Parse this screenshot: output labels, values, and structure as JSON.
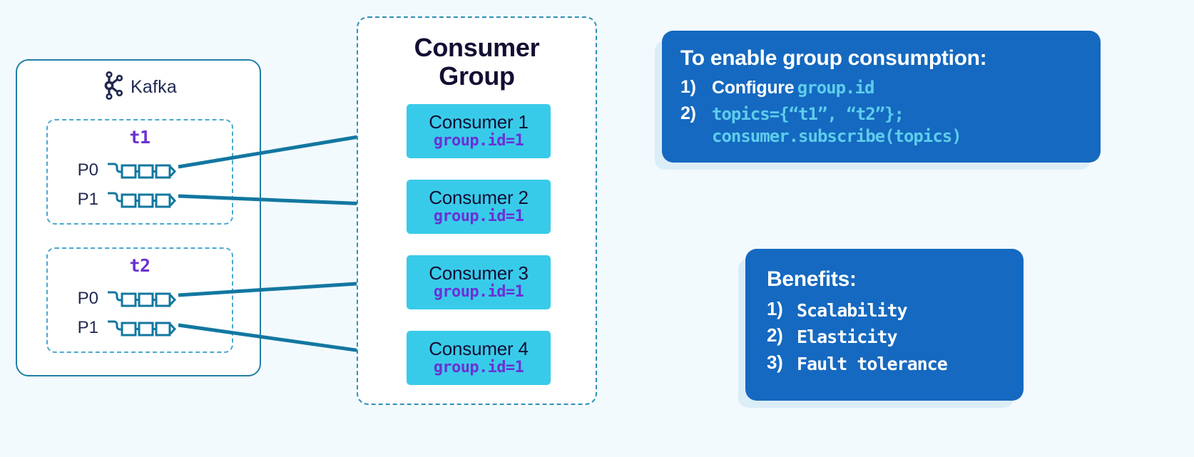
{
  "background_color": "#f2fafe",
  "colors": {
    "teal_border": "#1f7fa6",
    "dashed_blue": "#49a8cf",
    "topic_purple": "#6b31d6",
    "consumer_cyan": "#38cbe9",
    "navy_text": "#130e33",
    "card_blue": "#1569c0",
    "code_cyan": "#5ecdec",
    "arrow_teal": "#1277a0"
  },
  "kafka": {
    "logo_icon": "kafka-logo-icon",
    "label": "Kafka",
    "topics": [
      {
        "name": "t1",
        "partitions": [
          {
            "label": "P0",
            "segments": 3
          },
          {
            "label": "P1",
            "segments": 3
          }
        ]
      },
      {
        "name": "t2",
        "partitions": [
          {
            "label": "P0",
            "segments": 3
          },
          {
            "label": "P1",
            "segments": 3
          }
        ]
      }
    ]
  },
  "consumer_group": {
    "title_line1": "Consumer",
    "title_line2": "Group",
    "consumers": [
      {
        "name": "Consumer 1",
        "group_id": "group.id=1"
      },
      {
        "name": "Consumer 2",
        "group_id": "group.id=1"
      },
      {
        "name": "Consumer 3",
        "group_id": "group.id=1"
      },
      {
        "name": "Consumer 4",
        "group_id": "group.id=1"
      }
    ]
  },
  "enable_card": {
    "title": "To enable group consumption:",
    "item1_num": "1)",
    "item1_text": "Configure",
    "item1_code": "group.id",
    "item2_num": "2)",
    "item2_code_line1": "topics={“t1”, “t2”};",
    "item2_code_line2": "consumer.subscribe(topics)"
  },
  "benefits_card": {
    "title": "Benefits:",
    "items": [
      {
        "num": "1)",
        "text": "Scalability"
      },
      {
        "num": "2)",
        "text": "Elasticity"
      },
      {
        "num": "3)",
        "text": "Fault tolerance"
      }
    ]
  }
}
